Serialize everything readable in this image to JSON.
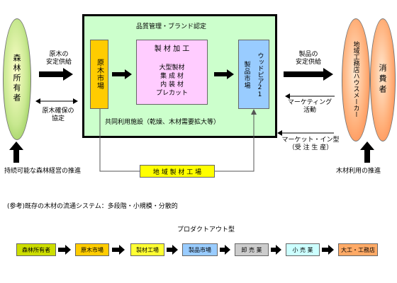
{
  "left_actor": {
    "label": "森林所有者"
  },
  "right_actor_builder": {
    "label": "地域工務店ハウスメーカー"
  },
  "right_actor_consumer": {
    "label": "消費者"
  },
  "main_box": {
    "title": "品質管理・ブランド認定",
    "bottom_label": "共同利用施設（乾燥、木材需要拡大等）",
    "log_market": "原木市場",
    "processing": {
      "title": "製 材 加 工",
      "items": [
        "大型製材",
        "集 成 材",
        "内 装 材",
        "プレカット"
      ]
    },
    "product_market": {
      "name": "ウッドピア21",
      "sub": "製品市場"
    }
  },
  "left_labels": {
    "supply": [
      "原木の",
      "安定供給"
    ],
    "ensure": [
      "原木確保の",
      "協定"
    ],
    "promotion": "持続可能な森林経営の推進"
  },
  "right_labels": {
    "supply": [
      "製品の",
      "安定供給"
    ],
    "marketing": [
      "マーケティング",
      "活動"
    ],
    "market_in": [
      "マーケット・イン型",
      "（受 注 生 産）"
    ],
    "promotion": "木材利用の推進"
  },
  "regional_mill": "地 域 製 材 工 場",
  "reference_text": "(参考)既存の木材の流通システム：多段階・小規模・分散的",
  "product_out_label": "プロダクトアウト型",
  "chain": [
    {
      "label": "森林所有者",
      "color": "#ccdd00"
    },
    {
      "label": "原木市場",
      "color": "#ffcc00"
    },
    {
      "label": "製材工場",
      "color": "#ffff33"
    },
    {
      "label": "製品市場",
      "color": "#99ccff"
    },
    {
      "label": "卸 売 業",
      "color": "#cccccc"
    },
    {
      "label": "小 売 業",
      "color": "#ccffff"
    },
    {
      "label": "大工・工務店",
      "color": "#ffaa66"
    }
  ],
  "colors": {
    "main_fill": "#ccffcc",
    "log_market": "#ffcc00",
    "processing": "#ffccff",
    "product_market": "#99ccff",
    "regional_mill": "#ffff00"
  }
}
